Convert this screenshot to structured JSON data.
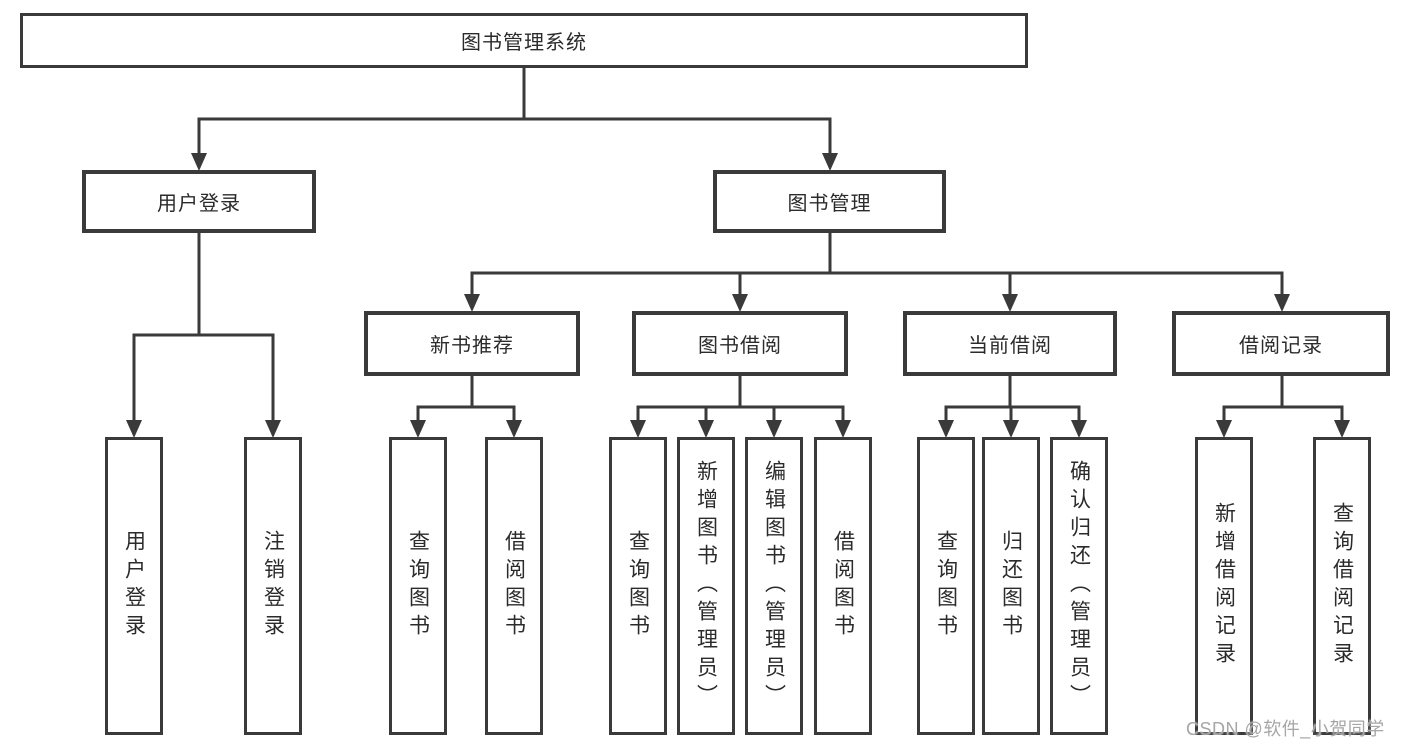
{
  "diagram": {
    "nodes": {
      "root": "图书管理系统",
      "user_login": "用户登录",
      "book_mgmt": "图书管理",
      "new_books": "新书推荐",
      "book_borrow": "图书借阅",
      "current_borrow": "当前借阅",
      "borrow_records": "借阅记录",
      "leaves": {
        "user_login": [
          "用户登录",
          "注销登录"
        ],
        "new_books": [
          "查询图书",
          "借阅图书"
        ],
        "book_borrow": [
          "查询图书",
          "新增图书（管理员）",
          "编辑图书（管理员）",
          "借阅图书"
        ],
        "current_borrow": [
          "查询图书",
          "归还图书",
          "确认归还（管理员）"
        ],
        "borrow_records": [
          "新增借阅记录",
          "查询借阅记录"
        ]
      }
    }
  },
  "watermark": "CSDN @软件_小贺同学",
  "colors": {
    "line": "#3a3a3a",
    "text": "#2b2b2b",
    "watermark": "#a6a6a6",
    "background": "#ffffff"
  }
}
